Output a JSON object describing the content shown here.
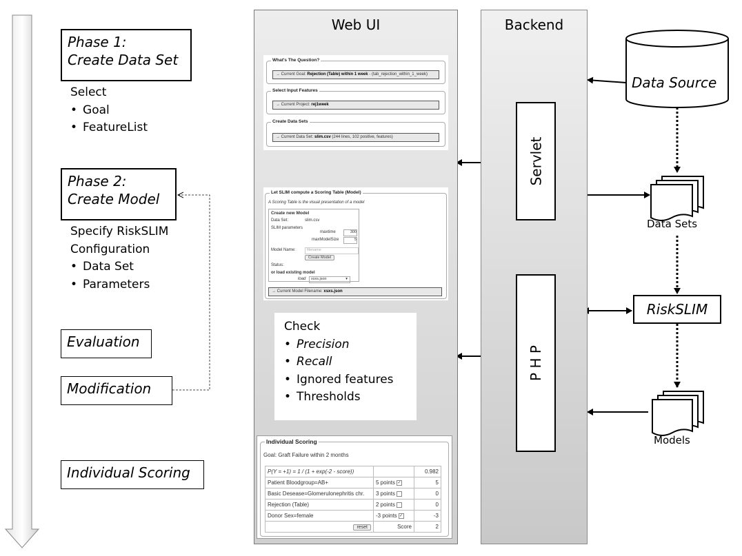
{
  "phases": {
    "phase1": {
      "title_line1": "Phase 1:",
      "title_line2": "Create Data Set",
      "desc_head": "Select",
      "items": [
        "Goal",
        "FeatureList"
      ]
    },
    "phase2": {
      "title_line1": "Phase 2:",
      "title_line2": "Create Model",
      "desc_head_line1": "Specify RiskSLIM",
      "desc_head_line2": "Configuration",
      "items": [
        "Data Set",
        "Parameters"
      ]
    },
    "evaluation": "Evaluation",
    "modification": "Modification",
    "individual_scoring": "Individual Scoring"
  },
  "columns": {
    "web_ui": "Web UI",
    "backend": "Backend"
  },
  "shot1": {
    "q_legend": "What's The Question?",
    "goal_prefix": "→ Current Goal: ",
    "goal_value": "Rejection (Table) within 1 week",
    "goal_suffix": " - (tab_rejection_within_1_week)",
    "features_legend": "Select Input Features",
    "project_prefix": "→ Current Project: ",
    "project_value": "rej1week",
    "datasets_legend": "Create Data Sets",
    "dataset_prefix": "→ Current Data Set: ",
    "dataset_value": "slim.csv",
    "dataset_suffix": " (244 lines, 102 positive, features)"
  },
  "shot2": {
    "legend": "Let SLIM compute a Scoring Table (Model)",
    "subtitle": "A Scoring Table is the visual presentation of a model",
    "box_title": "Create new Model",
    "dataset_label": "Data Set:",
    "dataset_value": "slim.csv",
    "params_label": "SLIM parameters",
    "maxtime_label": "maxtime",
    "maxtime_value": "300",
    "maxsize_label": "maxModelSize",
    "maxsize_value": "5",
    "model_name_label": "Model Name:",
    "model_name_placeholder": "filename",
    "create_button": "Create Model",
    "status_label": "Status:",
    "load_existing": "or load existing model",
    "load_label": "load",
    "load_value": "xsxs.json",
    "current_prefix": "→ Current Model Filename: ",
    "current_value": "xsxs.json"
  },
  "check": {
    "head": "Check",
    "items": [
      "Precision",
      "Recall",
      "Ignored features",
      "Thresholds"
    ]
  },
  "scoring": {
    "legend": "Individual Scoring",
    "goal": "Goal: Graft Failure within 2 months",
    "formula": "P(Y = +1) = 1 / (1 + exp(-2 - score))",
    "formula_value": "0.982",
    "rows": [
      {
        "feature": "Patient Bloodgroup=AB+",
        "points": "5 points",
        "checked": "✓",
        "score": "5"
      },
      {
        "feature": "Basic Desease=Glomerulonephritis chr.",
        "points": "3 points",
        "checked": "",
        "score": "0"
      },
      {
        "feature": "Rejection (Table)",
        "points": "2 points",
        "checked": "",
        "score": "0"
      },
      {
        "feature": "Donor Sex=female",
        "points": "-3 points",
        "checked": "✓",
        "score": "-3"
      }
    ],
    "reset_button": "reset",
    "score_label": "Score",
    "score_value": "2"
  },
  "backend": {
    "servlet": "Servlet",
    "php": "P H P"
  },
  "right": {
    "data_source": "Data Source",
    "data_sets": "Data Sets",
    "riskslim": "RiskSLIM",
    "models": "Models"
  }
}
